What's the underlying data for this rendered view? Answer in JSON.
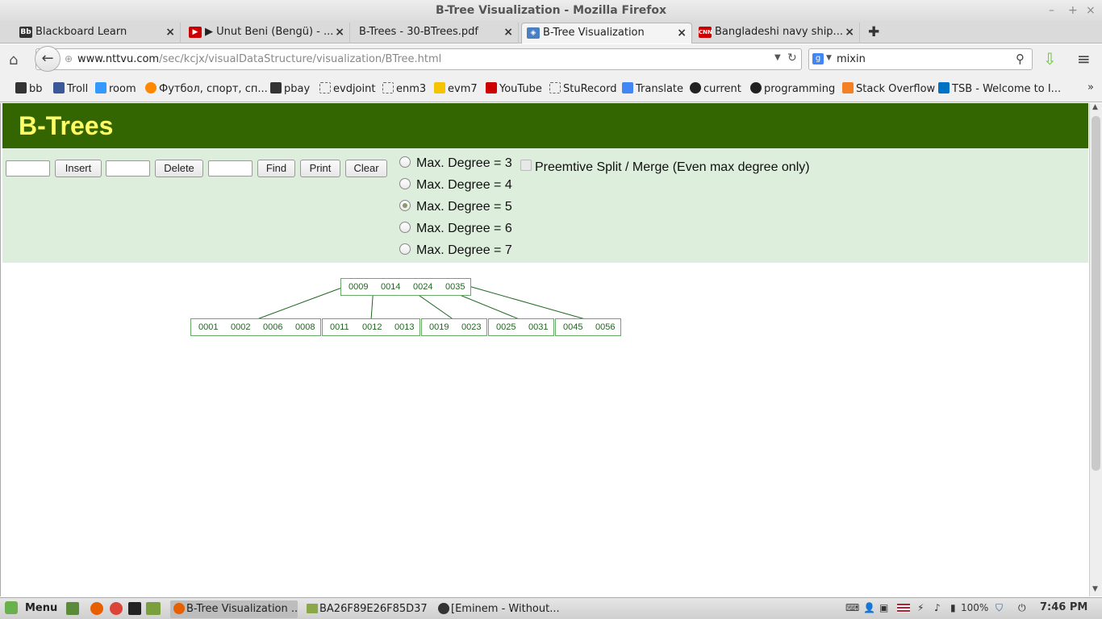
{
  "window": {
    "title": "B-Tree Visualization - Mozilla Firefox"
  },
  "tabs": [
    {
      "label": "Blackboard Learn",
      "icon": "blackboard-icon"
    },
    {
      "label": "▶ Unut Beni (Bengü) - ...",
      "icon": "youtube-icon"
    },
    {
      "label": "B-Trees - 30-BTrees.pdf",
      "icon": "pdf-icon"
    },
    {
      "label": "B-Tree Visualization",
      "icon": "shield-icon",
      "active": true
    },
    {
      "label": "Bangladeshi navy ship...",
      "icon": "cnn-icon"
    }
  ],
  "nav": {
    "url_domain": "www.nttvu.com",
    "url_path": "/sec/kcjx/visualDataStructure/visualization/BTree.html",
    "search_value": "mixin"
  },
  "bookmarks": [
    {
      "label": "bb",
      "color": "#333333"
    },
    {
      "label": "Troll",
      "color": "#3b5998"
    },
    {
      "label": "room",
      "color": "#3399ff"
    },
    {
      "label": "Футбол, спорт, сп...",
      "color": "#ff8800"
    },
    {
      "label": "pbay",
      "color": "#333333"
    },
    {
      "label": "evdjoint",
      "color": "#ffffff"
    },
    {
      "label": "enm3",
      "color": "#ffffff"
    },
    {
      "label": "evm7",
      "color": "#f5c400"
    },
    {
      "label": "YouTube",
      "color": "#cc0000"
    },
    {
      "label": "StuRecord",
      "color": "#ffffff"
    },
    {
      "label": "Translate",
      "color": "#4285f4"
    },
    {
      "label": "current",
      "color": "#222222"
    },
    {
      "label": "programming",
      "color": "#222222"
    },
    {
      "label": "Stack Overflow",
      "color": "#f48024"
    },
    {
      "label": "TSB - Welcome to I...",
      "color": "#0072c6"
    }
  ],
  "page": {
    "heading": "B-Trees",
    "buttons": {
      "insert": "Insert",
      "delete": "Delete",
      "find": "Find",
      "print": "Print",
      "clear": "Clear"
    },
    "degree_options": [
      {
        "label": "Max. Degree = 3",
        "checked": false
      },
      {
        "label": "Max. Degree = 4",
        "checked": false
      },
      {
        "label": "Max. Degree = 5",
        "checked": true
      },
      {
        "label": "Max. Degree = 6",
        "checked": false
      },
      {
        "label": "Max. Degree = 7",
        "checked": false
      }
    ],
    "preemptive_label": "Preemtive Split / Merge (Even max degree only)"
  },
  "tree": {
    "root": [
      "0009",
      "0014",
      "0024",
      "0035"
    ],
    "leaves": [
      [
        "0001",
        "0002",
        "0006",
        "0008"
      ],
      [
        "0011",
        "0012",
        "0013"
      ],
      [
        "0019",
        "0023"
      ],
      [
        "0025",
        "0031"
      ],
      [
        "0045",
        "0056"
      ]
    ]
  },
  "taskbar": {
    "menu_label": "Menu",
    "tasks": [
      {
        "label": "B-Tree Visualization ...",
        "active": true
      },
      {
        "label": "BA26F89E26F85D37",
        "active": false
      },
      {
        "label": "[Eminem - Without...",
        "active": false
      }
    ],
    "battery": "100%",
    "clock": "7:46 PM"
  }
}
